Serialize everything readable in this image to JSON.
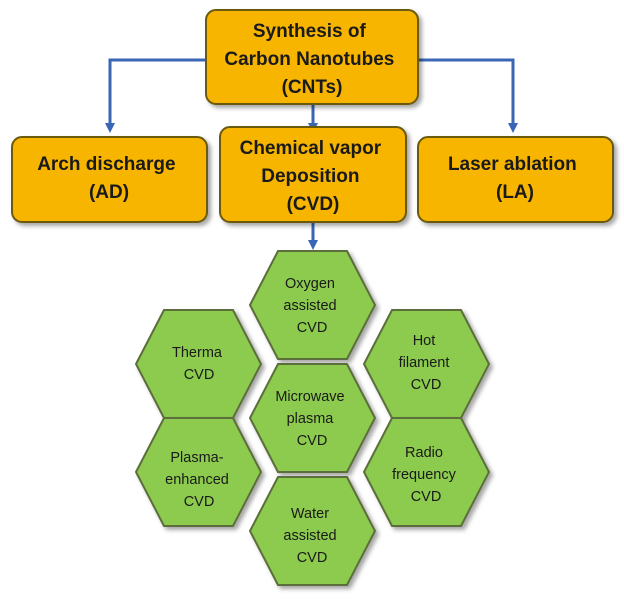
{
  "colors": {
    "box_fill": "#f7b500",
    "box_stroke": "#6b5a10",
    "hex_fill": "#8ccb4e",
    "hex_stroke": "#5b6e3a",
    "arrow": "#3a66b5"
  },
  "root": {
    "lines": [
      "Synthesis of",
      "Carbon Nanotubes",
      "(CNTs)"
    ]
  },
  "methods": [
    {
      "id": "arc",
      "lines": [
        "Arch discharge",
        "(AD)"
      ]
    },
    {
      "id": "cvd",
      "lines": [
        "Chemical vapor",
        "Deposition",
        "(CVD)"
      ]
    },
    {
      "id": "laser",
      "lines": [
        "Laser ablation",
        "(LA)"
      ]
    }
  ],
  "cvd_types": [
    {
      "id": "oxygen",
      "lines": [
        "Oxygen",
        "assisted",
        "CVD"
      ]
    },
    {
      "id": "thermal",
      "lines": [
        "Therma",
        "CVD"
      ]
    },
    {
      "id": "hot-filament",
      "lines": [
        "Hot",
        "filament",
        "CVD"
      ]
    },
    {
      "id": "microwave",
      "lines": [
        "Microwave",
        "plasma",
        "CVD"
      ]
    },
    {
      "id": "plasma-enhanced",
      "lines": [
        "Plasma-",
        "enhanced",
        "CVD"
      ]
    },
    {
      "id": "radio-frequency",
      "lines": [
        "Radio",
        "frequency",
        "CVD"
      ]
    },
    {
      "id": "water",
      "lines": [
        "Water",
        "assisted",
        "CVD"
      ]
    }
  ]
}
